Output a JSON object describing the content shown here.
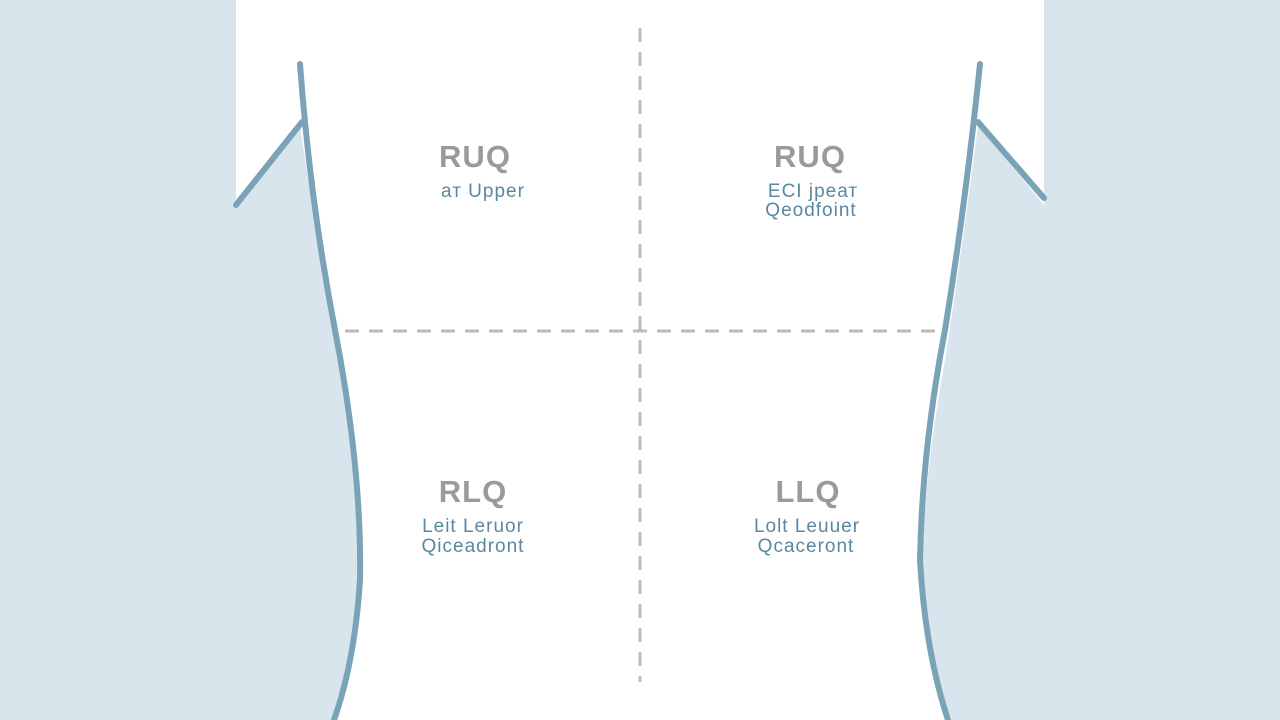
{
  "colors": {
    "background": "#d9e5ed",
    "panel": "#ffffff",
    "outline": "#7aa3b7",
    "divider": "#bdbdbd",
    "code_text": "#9a9a9a",
    "label_text": "#5b87a0"
  },
  "quadrants": [
    {
      "id": "ruq-upper-left",
      "code": "RUQ",
      "label_lines": [
        "ат Upper"
      ]
    },
    {
      "id": "ruq-upper-right",
      "code": "RUQ",
      "label_lines": [
        "ЕСІ јреат",
        "Qeodfoint"
      ]
    },
    {
      "id": "rlq-lower-left",
      "code": "RLQ",
      "label_lines": [
        "Leit Leruor",
        "Qiceadront"
      ]
    },
    {
      "id": "llq-lower-right",
      "code": "LLQ",
      "label_lines": [
        "Lolt Leuuer",
        "Qcaceront"
      ]
    }
  ]
}
